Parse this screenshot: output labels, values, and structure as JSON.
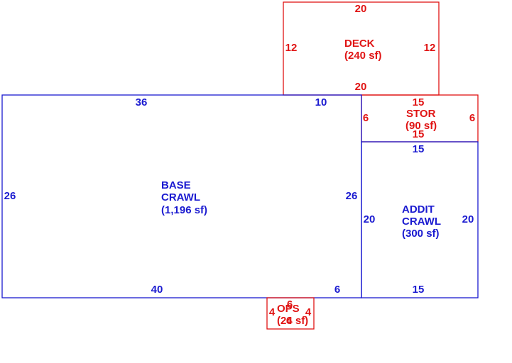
{
  "colors": {
    "blue": "#1a1ad0",
    "red": "#e01414"
  },
  "deck": {
    "dims": {
      "top": "20",
      "left": "12",
      "right": "12",
      "bottom": "20"
    },
    "name": "DECK",
    "area": "(240 sf)"
  },
  "stor": {
    "dims": {
      "top": "15",
      "left": "6",
      "right": "6",
      "bottom": "15"
    },
    "name": "STOR",
    "area": "(90 sf)"
  },
  "base": {
    "dims": {
      "top": "36",
      "top_right": "10",
      "left": "26",
      "right": "26",
      "bottom": "40",
      "bottom_right": "6"
    },
    "name_line1": "BASE",
    "name_line2": "CRAWL",
    "area": "(1,196 sf)"
  },
  "addit": {
    "dims": {
      "top": "15",
      "left": "20",
      "right": "20",
      "bottom": "15"
    },
    "name_line1": "ADDIT",
    "name_line2": "CRAWL",
    "area": "(300 sf)"
  },
  "ops": {
    "dims": {
      "top": "6",
      "left": "4",
      "right": "4",
      "bottom": "6"
    },
    "name": "OPS",
    "area": "(24 sf)"
  }
}
